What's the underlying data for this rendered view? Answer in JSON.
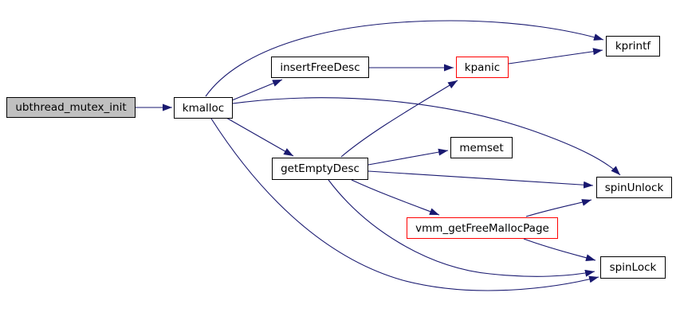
{
  "graph": {
    "title": "ubthread_mutex_init call graph",
    "type": "call-graph",
    "colors": {
      "edge": "#191970",
      "node_border": "#000000",
      "node_fill": "#ffffff",
      "root_fill": "#c0c0c0",
      "highlight_border": "#ff0000",
      "text": "#000000",
      "background": "#ffffff"
    },
    "nodes": [
      {
        "id": "ubthread_mutex_init",
        "label": "ubthread_mutex_init",
        "kind": "root"
      },
      {
        "id": "kmalloc",
        "label": "kmalloc",
        "kind": "normal"
      },
      {
        "id": "insertFreeDesc",
        "label": "insertFreeDesc",
        "kind": "normal"
      },
      {
        "id": "kpanic",
        "label": "kpanic",
        "kind": "highlighted"
      },
      {
        "id": "kprintf",
        "label": "kprintf",
        "kind": "normal"
      },
      {
        "id": "getEmptyDesc",
        "label": "getEmptyDesc",
        "kind": "normal"
      },
      {
        "id": "memset",
        "label": "memset",
        "kind": "normal"
      },
      {
        "id": "spinUnlock",
        "label": "spinUnlock",
        "kind": "normal"
      },
      {
        "id": "vmm_getFreeMallocPage",
        "label": "vmm_getFreeMallocPage",
        "kind": "highlighted"
      },
      {
        "id": "spinLock",
        "label": "spinLock",
        "kind": "normal"
      }
    ],
    "edges": [
      {
        "from": "ubthread_mutex_init",
        "to": "kmalloc"
      },
      {
        "from": "kmalloc",
        "to": "kprintf"
      },
      {
        "from": "kmalloc",
        "to": "insertFreeDesc"
      },
      {
        "from": "kmalloc",
        "to": "spinUnlock"
      },
      {
        "from": "kmalloc",
        "to": "getEmptyDesc"
      },
      {
        "from": "kmalloc",
        "to": "spinLock"
      },
      {
        "from": "insertFreeDesc",
        "to": "kpanic"
      },
      {
        "from": "kpanic",
        "to": "kprintf"
      },
      {
        "from": "getEmptyDesc",
        "to": "kpanic"
      },
      {
        "from": "getEmptyDesc",
        "to": "memset"
      },
      {
        "from": "getEmptyDesc",
        "to": "spinUnlock"
      },
      {
        "from": "getEmptyDesc",
        "to": "vmm_getFreeMallocPage"
      },
      {
        "from": "getEmptyDesc",
        "to": "spinLock"
      },
      {
        "from": "vmm_getFreeMallocPage",
        "to": "spinUnlock"
      },
      {
        "from": "vmm_getFreeMallocPage",
        "to": "spinLock"
      }
    ]
  }
}
